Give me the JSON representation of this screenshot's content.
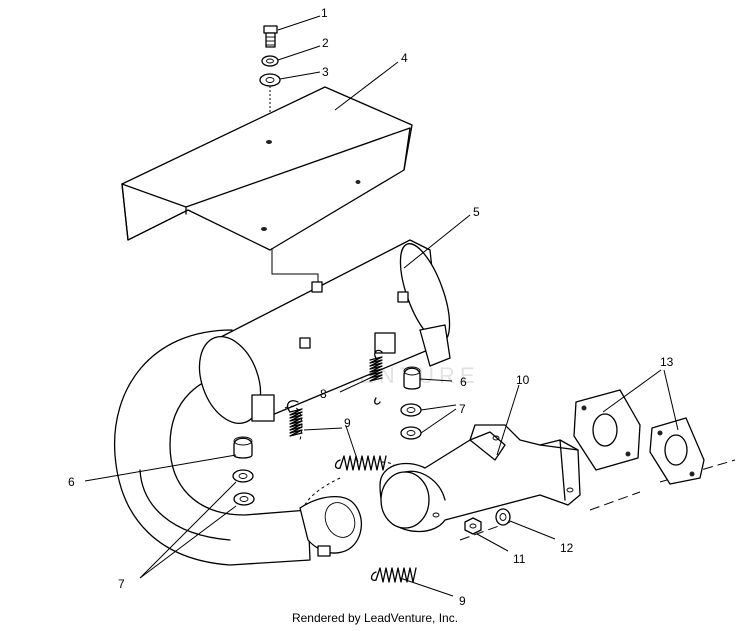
{
  "watermark": {
    "brand": "LEADVENTURE"
  },
  "callouts": [
    "1",
    "2",
    "3",
    "4",
    "5",
    "6",
    "7",
    "8",
    "9",
    "10",
    "6",
    "7",
    "9",
    "11",
    "12",
    "13"
  ],
  "footer": "Rendered by LeadVenture, Inc."
}
